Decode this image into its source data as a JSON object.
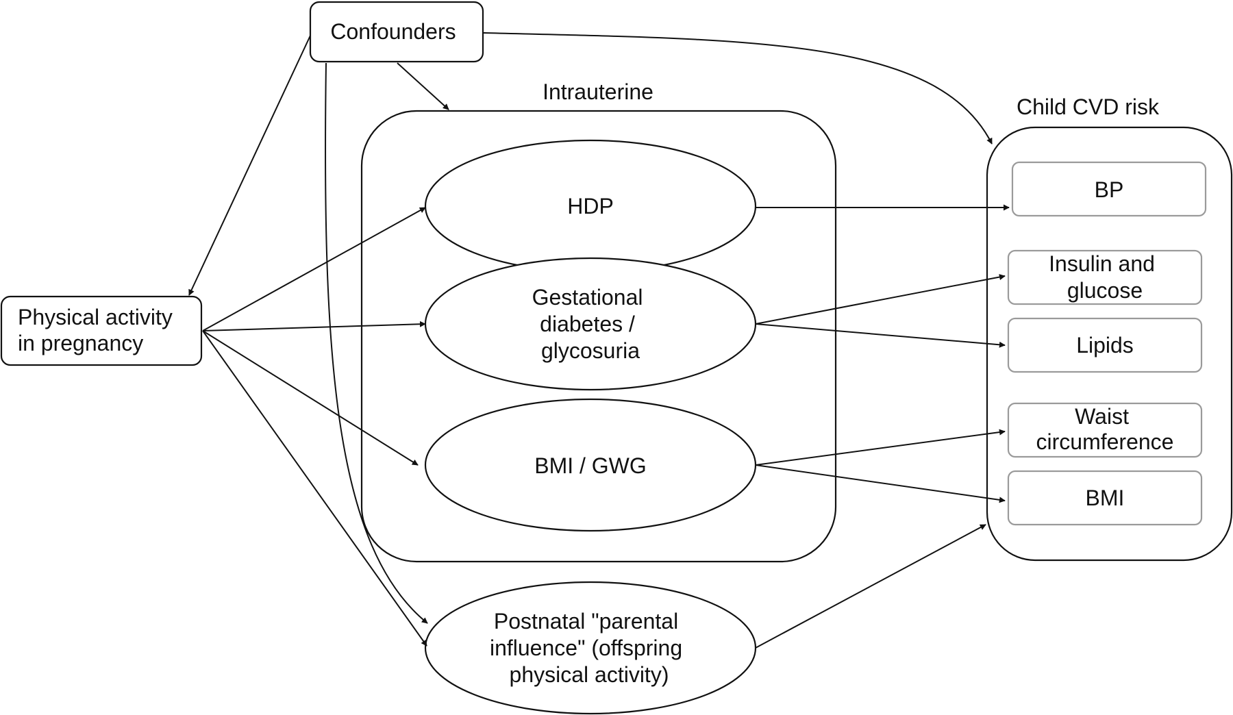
{
  "nodes": {
    "confounders": "Confounders",
    "physical_activity": [
      "Physical activity",
      "in pregnancy"
    ],
    "intrauterine_label": "Intrauterine",
    "child_cvd_label": "Child CVD risk",
    "hdp": "HDP",
    "gestational": [
      "Gestational",
      "diabetes /",
      "glycosuria"
    ],
    "bmi_gwg": "BMI / GWG",
    "postnatal": [
      "Postnatal \"parental",
      "influence\" (offspring",
      "physical activity)"
    ],
    "outcomes": {
      "bp": "BP",
      "insulin": [
        "Insulin and",
        "glucose"
      ],
      "lipids": "Lipids",
      "waist": [
        "Waist",
        "circumference"
      ],
      "bmi": "BMI"
    }
  },
  "colors": {
    "stroke": "#111111",
    "inner_box_stroke": "#9a9a9a",
    "background": "#ffffff"
  }
}
